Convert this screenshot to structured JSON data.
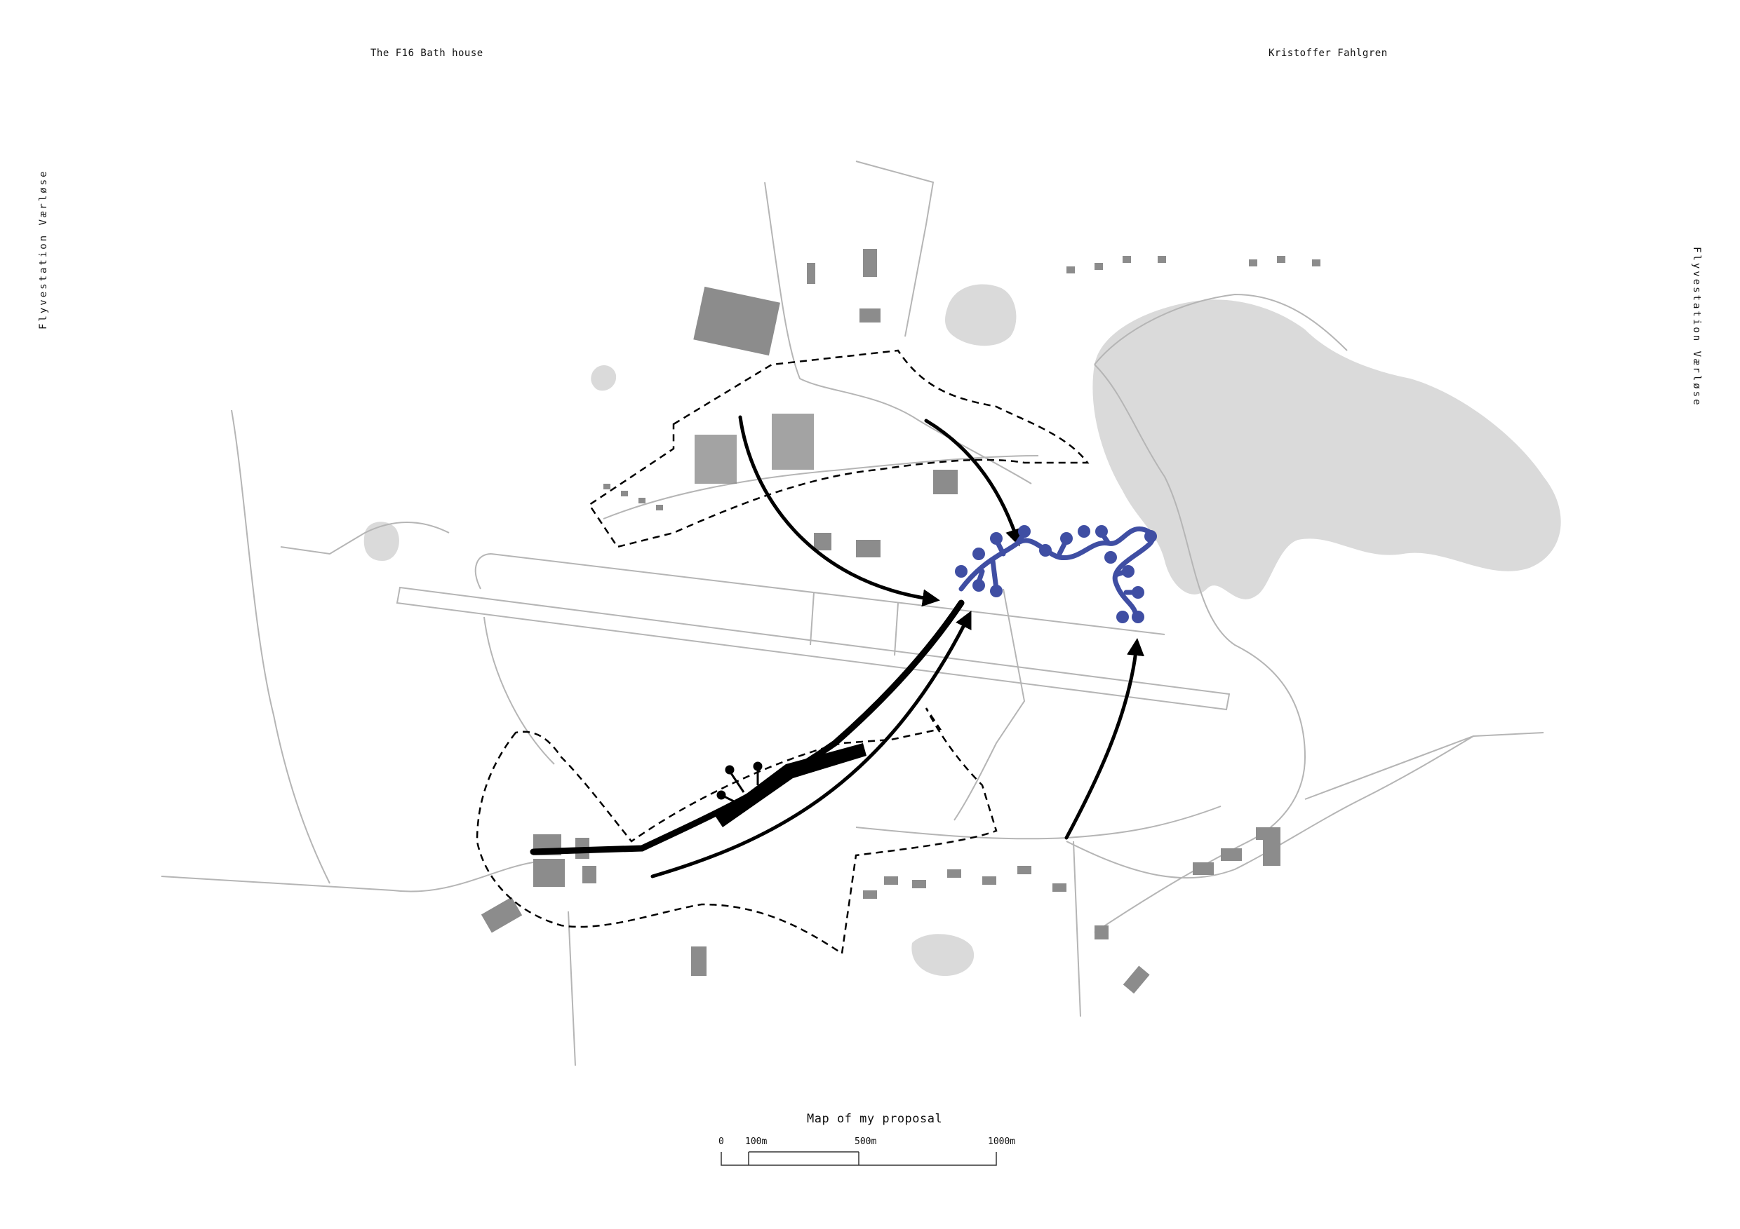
{
  "header": {
    "project_title": "The F16 Bath house",
    "author": "Kristoffer Fahlgren"
  },
  "side_labels": {
    "left": "Flyvestation Værløse",
    "right": "Flyvestation Værløse"
  },
  "map": {
    "caption": "Map of my proposal",
    "colors": {
      "roads": "#b5b5b5",
      "buildings": "#8c8c8c",
      "water": "#dadada",
      "proposal": "#3f4ea3",
      "arrows": "#000000",
      "boundary": "#000000"
    },
    "scale_bar": {
      "labels": [
        "0",
        "100m",
        "500m",
        "1000m"
      ]
    }
  },
  "icons": {
    "flow_arrows": "arrow-icon",
    "proposal_branch": "branch-node-icon"
  }
}
